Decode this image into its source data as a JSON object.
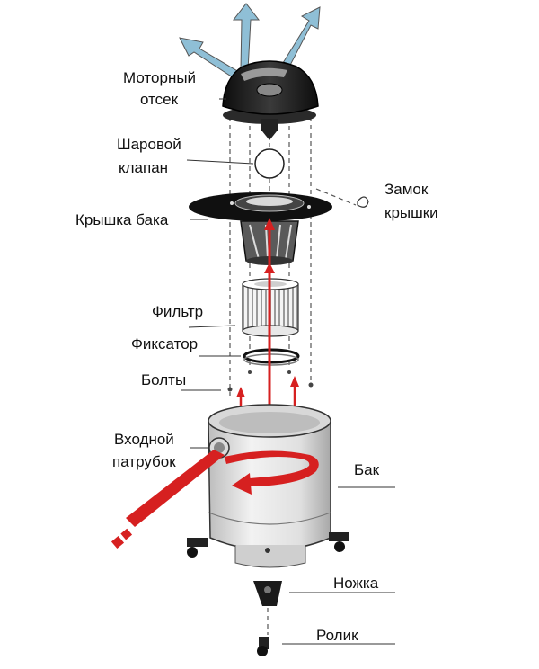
{
  "labels": {
    "motor_1": "Моторный",
    "motor_2": "отсек",
    "ball_1": "Шаровой",
    "ball_2": "клапан",
    "lid": "Крышка бака",
    "lock_1": "Замок",
    "lock_2": "крышки",
    "filter": "Фильтр",
    "retainer": "Фиксатор",
    "bolts": "Болты",
    "inlet_1": "Входной",
    "inlet_2": "патрубок",
    "tank": "Бак",
    "foot": "Ножка",
    "caster": "Ролик"
  },
  "colors": {
    "exhaust_arrow": "#8fbfd6",
    "flow_arrow": "#d62020",
    "motor_body": "#1b1b1b",
    "lid_disc": "#101010",
    "tank_body": "#e2e2e2"
  }
}
